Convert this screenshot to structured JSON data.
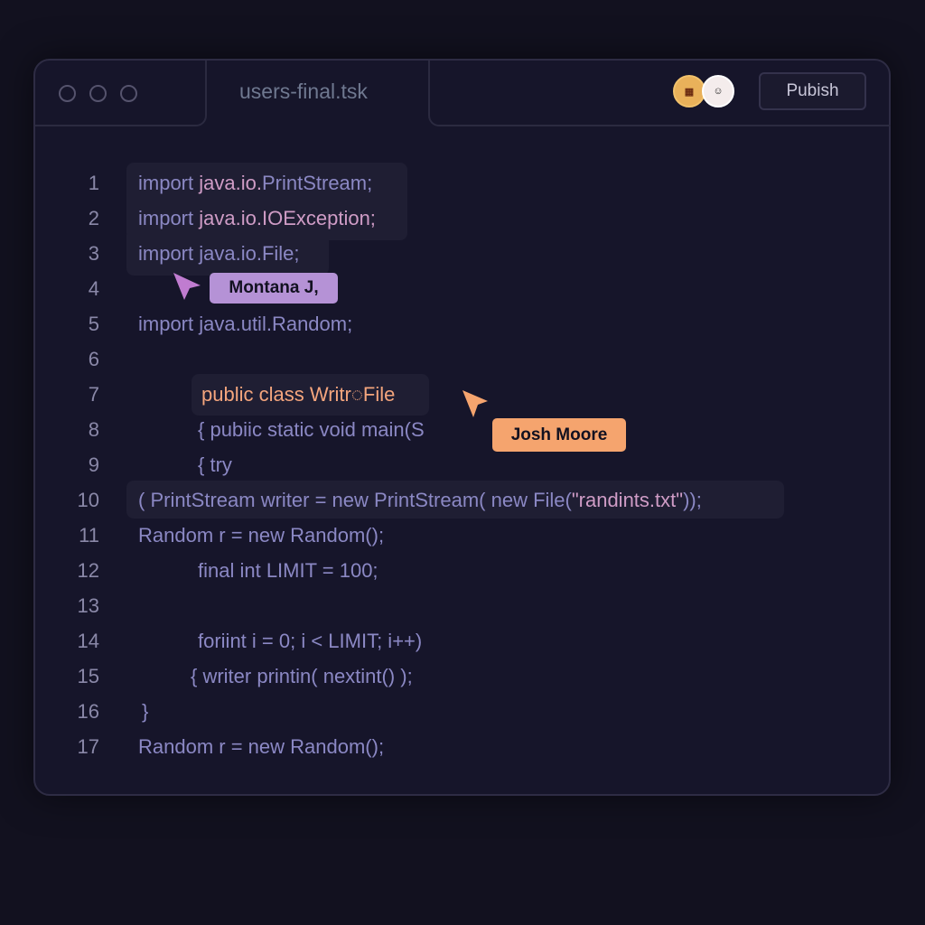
{
  "window": {
    "tab_title": "users-final.tsk",
    "publish_label": "Pubish"
  },
  "collaborators": [
    {
      "name": "Montana J,",
      "avatar_icon": "avatar-retro-icon",
      "color": "#b592d6"
    },
    {
      "name": "Josh Moore",
      "avatar_icon": "avatar-face-icon",
      "color": "#f5a46e"
    }
  ],
  "editor": {
    "lines": [
      {
        "n": "1",
        "indent": 0,
        "segs": [
          {
            "t": "import ",
            "c": "lv"
          },
          {
            "t": "java.io.",
            "c": "pk"
          },
          {
            "t": "PrintStream;",
            "c": "lv"
          }
        ]
      },
      {
        "n": "2",
        "indent": 0,
        "segs": [
          {
            "t": "import ",
            "c": "lv"
          },
          {
            "t": "java.io.",
            "c": "pk"
          },
          {
            "t": "IOException;",
            "c": "pk"
          }
        ]
      },
      {
        "n": "3",
        "indent": 0,
        "segs": [
          {
            "t": "import ",
            "c": "lv"
          },
          {
            "t": "java.io.File;",
            "c": "lv"
          }
        ]
      },
      {
        "n": "4",
        "indent": 0,
        "segs": []
      },
      {
        "n": "5",
        "indent": 0,
        "segs": [
          {
            "t": "import java.util.Random;",
            "c": "lv"
          }
        ]
      },
      {
        "n": "6",
        "indent": 0,
        "segs": []
      },
      {
        "n": "7",
        "indent": 70,
        "segs": [
          {
            "t": "public class Writr◌File",
            "c": "or"
          }
        ]
      },
      {
        "n": "8",
        "indent": 66,
        "segs": [
          {
            "t": "{ pubiic static void main(S",
            "c": "lv"
          }
        ]
      },
      {
        "n": "9",
        "indent": 66,
        "segs": [
          {
            "t": "{ try",
            "c": "lv"
          }
        ]
      },
      {
        "n": "10",
        "indent": 0,
        "segs": [
          {
            "t": "( PrintStream writer = new PrintStream( new File(",
            "c": "lv"
          },
          {
            "t": "\"randints.txt\"",
            "c": "pk"
          },
          {
            "t": "));",
            "c": "lv"
          }
        ]
      },
      {
        "n": "11",
        "indent": 0,
        "segs": [
          {
            "t": "Random r = new Random();",
            "c": "lv"
          }
        ]
      },
      {
        "n": "12",
        "indent": 66,
        "segs": [
          {
            "t": "final int LIMIT = 100;",
            "c": "lv"
          }
        ]
      },
      {
        "n": "13",
        "indent": 0,
        "segs": []
      },
      {
        "n": "14",
        "indent": 66,
        "segs": [
          {
            "t": "foriint i = 0; i < LIMIT; i++)",
            "c": "lv"
          }
        ]
      },
      {
        "n": "15",
        "indent": 58,
        "segs": [
          {
            "t": "{ writer printin( nextint() );",
            "c": "lv"
          }
        ]
      },
      {
        "n": "16",
        "indent": 4,
        "segs": [
          {
            "t": "}",
            "c": "lv"
          }
        ]
      },
      {
        "n": "17",
        "indent": 0,
        "segs": [
          {
            "t": "Random r = new Random();",
            "c": "lv"
          }
        ]
      }
    ]
  }
}
